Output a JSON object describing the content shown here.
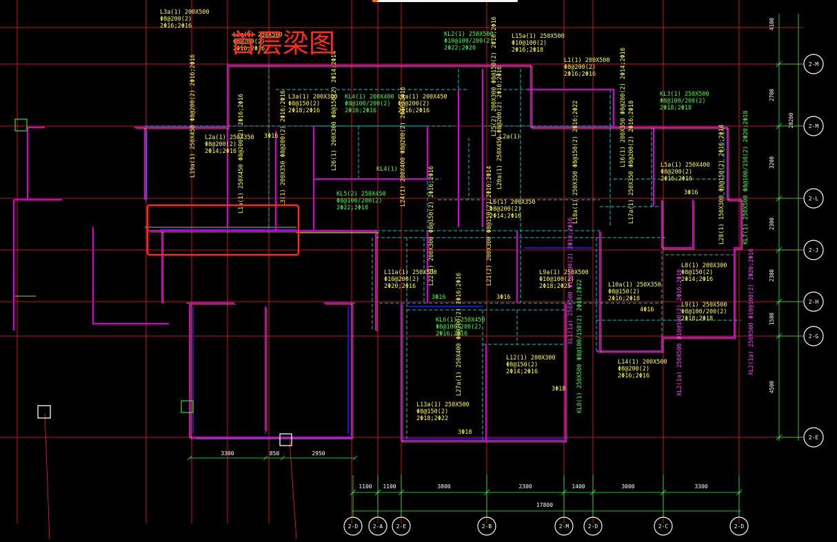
{
  "drawing": {
    "title": "首层梁图",
    "colors": {
      "grid_red": "#ff2020",
      "wall_magenta": "#d000d0",
      "beam_cyan": "#00d0d0",
      "beam_blue": "#2020ff",
      "text_yellow": "#ffff40",
      "text_green": "#40ff40",
      "text_magenta": "#ff40ff",
      "dim_green": "#30ff30",
      "highlight_red": "#ff2a1a"
    }
  },
  "axis_bottom": [
    "2-D",
    "2-A",
    "2-E",
    "2-B",
    "2-M",
    "2-D",
    "2-C",
    "2-D"
  ],
  "axis_right": [
    "2-M",
    "2-M",
    "2-L",
    "2-J",
    "2-H",
    "2-G",
    "2-E"
  ],
  "dim_bottom_row1": [
    "1100",
    "1100",
    "3800",
    "2300",
    "1400",
    "3000",
    "3300"
  ],
  "dim_bottom_total": "17800",
  "dim_left": [
    "3300",
    "850",
    "2950"
  ],
  "dim_right": [
    "4100",
    "2700",
    "3200",
    "2300",
    "2300",
    "1500",
    "4500"
  ],
  "dim_right_total": "20260",
  "labels": [
    {
      "t": "L3a(1) 200X500",
      "c": "y"
    },
    {
      "t": "Φ8@200(2)",
      "c": "y"
    },
    {
      "t": "2Φ16;2Φ16",
      "c": "y"
    },
    {
      "t": "L2a(1) 250X500",
      "c": "y"
    },
    {
      "t": "Φ8@200(2)",
      "c": "y"
    },
    {
      "t": "2Φ16;2Φ16",
      "c": "y"
    },
    {
      "t": "KL2(1) 250X500",
      "c": "g"
    },
    {
      "t": "Φ10@100/200(2)",
      "c": "g"
    },
    {
      "t": "2Φ22;2Φ20",
      "c": "g"
    },
    {
      "t": "L15a(1) 250X500",
      "c": "y"
    },
    {
      "t": "Φ10@100(2)",
      "c": "y"
    },
    {
      "t": "2Φ16;2Φ18",
      "c": "y"
    },
    {
      "t": "L1(1) 200X500",
      "c": "y"
    },
    {
      "t": "Φ8@200(2)",
      "c": "y"
    },
    {
      "t": "2Φ16;2Φ16",
      "c": "y"
    },
    {
      "t": "L3a(1) 200X300",
      "c": "y"
    },
    {
      "t": "Φ8@150(2)",
      "c": "y"
    },
    {
      "t": "2Φ18;2Φ16",
      "c": "y"
    },
    {
      "t": "KL4(1) 200X400",
      "c": "g"
    },
    {
      "t": "Φ8@100/200(2)",
      "c": "g"
    },
    {
      "t": "2Φ16;2Φ16",
      "c": "g"
    },
    {
      "t": "L4a(1) 200X450",
      "c": "y"
    },
    {
      "t": "Φ8@200(2)",
      "c": "y"
    },
    {
      "t": "2Φ16;2Φ16",
      "c": "y"
    },
    {
      "t": "KL3(1) 250X500",
      "c": "g"
    },
    {
      "t": "Φ8@100/200(2)",
      "c": "g"
    },
    {
      "t": "2Φ18;2Φ18",
      "c": "g"
    },
    {
      "t": "L2a(1) 250X350",
      "c": "y"
    },
    {
      "t": "Φ8@200(2)",
      "c": "y"
    },
    {
      "t": "2Φ14;2Φ16",
      "c": "y"
    },
    {
      "t": "L2a(1)",
      "c": "y"
    },
    {
      "t": "KL4(1)",
      "c": "g"
    },
    {
      "t": "L5a(1) 250X400",
      "c": "y"
    },
    {
      "t": "Φ8@200(2)",
      "c": "y"
    },
    {
      "t": "2Φ16;2Φ16",
      "c": "y"
    },
    {
      "t": "KL5(2) 250X450",
      "c": "g"
    },
    {
      "t": "Φ8@100/200(2)",
      "c": "g"
    },
    {
      "t": "2Φ22;2Φ18",
      "c": "g"
    },
    {
      "t": "L6(1) 200X350",
      "c": "y"
    },
    {
      "t": "Φ8@200(2)",
      "c": "y"
    },
    {
      "t": "2Φ14;2Φ16",
      "c": "y"
    },
    {
      "t": "L11a(1) 250X500",
      "c": "y"
    },
    {
      "t": "Φ10@200(2)",
      "c": "y"
    },
    {
      "t": "2Φ20;2Φ16",
      "c": "y"
    },
    {
      "t": "L9a(1) 250X500",
      "c": "y"
    },
    {
      "t": "Φ10@100(2)",
      "c": "y"
    },
    {
      "t": "2Φ18;2Φ25",
      "c": "y"
    },
    {
      "t": "L10a(1) 250X350",
      "c": "y"
    },
    {
      "t": "Φ8@150(2)",
      "c": "y"
    },
    {
      "t": "2Φ16;2Φ18",
      "c": "y"
    },
    {
      "t": "L8(1) 200X300",
      "c": "y"
    },
    {
      "t": "Φ8@150(2)",
      "c": "y"
    },
    {
      "t": "2Φ14;2Φ16",
      "c": "y"
    },
    {
      "t": "L9(1) 250X500",
      "c": "y"
    },
    {
      "t": "Φ8@100/200(2)",
      "c": "y"
    },
    {
      "t": "2Φ18;2Φ18",
      "c": "y"
    },
    {
      "t": "KL6(1) 250X450",
      "c": "g"
    },
    {
      "t": "Φ8@100/200(2)",
      "c": "g"
    },
    {
      "t": "2Φ16;2Φ16",
      "c": "g"
    },
    {
      "t": "L12(1) 200X300",
      "c": "y"
    },
    {
      "t": "Φ8@150(2)",
      "c": "y"
    },
    {
      "t": "2Φ14;2Φ16",
      "c": "y"
    },
    {
      "t": "L14(1) 200X500",
      "c": "y"
    },
    {
      "t": "Φ8@200(2)",
      "c": "y"
    },
    {
      "t": "2Φ16;2Φ16",
      "c": "y"
    },
    {
      "t": "L13a(1) 250X500",
      "c": "y"
    },
    {
      "t": "Φ8@150(2)",
      "c": "y"
    },
    {
      "t": "2Φ18;2Φ22",
      "c": "y"
    },
    {
      "t": "3Φ18",
      "c": "y"
    },
    {
      "t": "3Φ18",
      "c": "y"
    },
    {
      "t": "3Φ16",
      "c": "g"
    },
    {
      "t": "3Φ16",
      "c": "y"
    },
    {
      "t": "3Φ16",
      "c": "y"
    },
    {
      "t": "3Φ16",
      "c": "y"
    },
    {
      "t": "4Φ16",
      "c": "y"
    }
  ],
  "vlabels": [
    {
      "t": "L19a(1) 250X450  Φ8@200(2)  2Φ16;2Φ16",
      "c": "y"
    },
    {
      "t": "L1a(1) 250X450  Φ8@200(2)  2Φ16;2Φ16",
      "c": "y"
    },
    {
      "t": "L3(1) 200X350  Φ8@200(2)  2Φ16;2Φ16",
      "c": "y"
    },
    {
      "t": "L26(1) 200X300  Φ8@150(2)  2Φ14;2Φ14",
      "c": "y"
    },
    {
      "t": "L24(1) 200X400  Φ8@200(2)  2Φ16;2Φ16",
      "c": "y"
    },
    {
      "t": "L25(2) 200X300  Φ8@150(2)  2Φ16;2Φ16",
      "c": "y"
    },
    {
      "t": "L20a(1) 250X450  Φ8@200(2)  2Φ16;2Φ16",
      "c": "y"
    },
    {
      "t": "L16(1) 200X350  Φ8@200(2)  2Φ14;2Φ16",
      "c": "y"
    },
    {
      "t": "L18a(1) 250X350  Φ8@150(2)  2Φ16;2Φ22",
      "c": "y"
    },
    {
      "t": "L17a(1) 250X350  Φ8@200(2)  2Φ16;2Φ18",
      "c": "y"
    },
    {
      "t": "L22(1) 200X300  Φ8@150(2)  2Φ16;2Φ16",
      "c": "y"
    },
    {
      "t": "L21(2) 200X300  Φ8@150(2)  2Φ16;2Φ14",
      "c": "y"
    },
    {
      "t": "L27a(1) 250X400  Φ8@200(2)  2Φ16;2Φ16",
      "c": "y"
    },
    {
      "t": "L28(1) 150X300  Φ8@150(2)  2Φ16;2Φ14",
      "c": "y"
    },
    {
      "t": "XL1(1a) 250X500  Φ10@100(2)  2Φ18;2Φ16",
      "c": "m"
    },
    {
      "t": "KL7(1) 250X500  Φ8@100/150(2)  2Φ20;2Φ18",
      "c": "g"
    },
    {
      "t": "KL8(1) 250X500  Φ8@100/150(2)  2Φ18;2Φ22",
      "c": "g"
    },
    {
      "t": "XL2(1a) 250X500  Φ10@100(2)  2Φ16;2Φ16",
      "c": "m"
    },
    {
      "t": "XL2(1a) 250X500  Φ10@100(2)  2Φ20;2Φ16",
      "c": "m"
    }
  ]
}
